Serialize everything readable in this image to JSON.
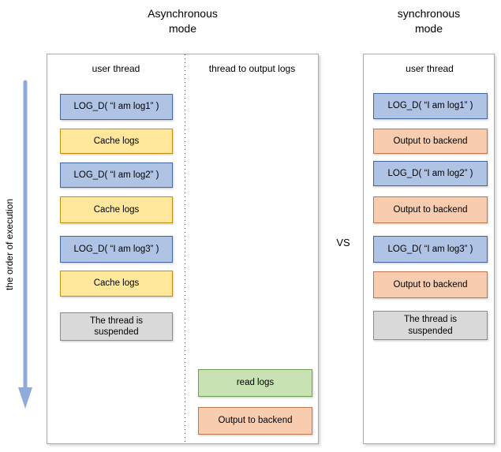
{
  "page": {
    "left_title": "Asynchronous\nmode",
    "right_title": "synchronous\nmode",
    "vs_label": "VS",
    "execution_order_label": "the order of execution"
  },
  "colors": {
    "log_fill": "#AFC3E5",
    "log_border": "#44659E",
    "cache_fill": "#FFE79B",
    "cache_border": "#BD9010",
    "read_fill": "#C9E2B4",
    "read_border": "#6E9E50",
    "output_fill": "#F8CCAE",
    "output_border": "#C1764B",
    "suspended_fill": "#D9D9D9",
    "suspended_border": "#8C8C8C",
    "arrow": "#8FAADC"
  },
  "async_panel": {
    "user_thread_header": "user thread",
    "output_thread_header": "thread to output logs",
    "user_thread_boxes": [
      {
        "label": "LOG_D( “I am log1” )",
        "type": "log"
      },
      {
        "label": "Cache logs",
        "type": "cache"
      },
      {
        "label": "LOG_D( “I am log2” )",
        "type": "log"
      },
      {
        "label": "Cache logs",
        "type": "cache"
      },
      {
        "label": "LOG_D( “I am log3” )",
        "type": "log"
      },
      {
        "label": "Cache logs",
        "type": "cache"
      },
      {
        "label": "The thread is suspended",
        "type": "suspended"
      }
    ],
    "output_thread_boxes": [
      {
        "label": "read logs",
        "type": "read"
      },
      {
        "label": "Output to backend",
        "type": "output"
      }
    ]
  },
  "sync_panel": {
    "user_thread_header": "user thread",
    "boxes": [
      {
        "label": "LOG_D( “I am log1” )",
        "type": "log"
      },
      {
        "label": "Output to backend",
        "type": "output"
      },
      {
        "label": "LOG_D( “I am log2” )",
        "type": "log"
      },
      {
        "label": "Output to backend",
        "type": "output"
      },
      {
        "label": "LOG_D( “I am log3” )",
        "type": "log"
      },
      {
        "label": "Output to backend",
        "type": "output"
      },
      {
        "label": "The thread is suspended",
        "type": "suspended"
      }
    ]
  }
}
